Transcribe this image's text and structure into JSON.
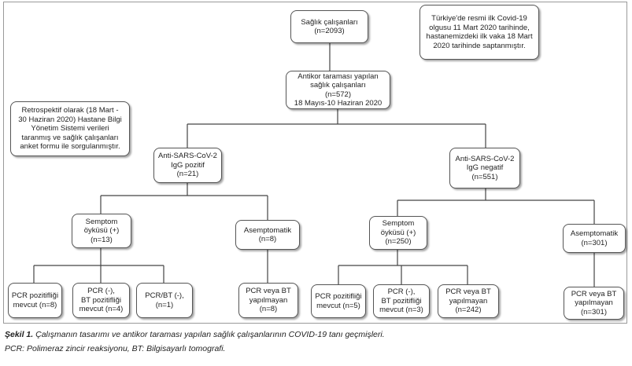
{
  "nodes": {
    "root": "Sağlık çalışanları\n(n=2093)",
    "note_top": "Türkiye'de resmi ilk Covid-19\nolgusu 11 Mart 2020 tarihinde,\nhastanemizdeki ilk vaka 18 Mart\n2020 tarihinde saptanmıştır.",
    "screened": "Antikor taraması yapılan\nsağlık çalışanları\n(n=572)\n18 Mayıs-10 Haziran 2020",
    "note_left": "Retrospektif olarak  (18 Mart -\n30 Haziran 2020) Hastane Bilgi\nYönetim Sistemi verileri\ntaranmış ve sağlık çalışanları\nanket formu ile sorgulanmıştır.",
    "igg_pos": "Anti-SARS-CoV-2\nIgG pozitif\n(n=21)",
    "igg_neg": "Anti-SARS-CoV-2\nIgG negatif\n(n=551)",
    "pos_symp": "Semptom\nöyküsü (+)\n(n=13)",
    "pos_asymp": "Asemptomatik\n(n=8)",
    "neg_symp": "Semptom\nöyküsü (+)\n(n=250)",
    "neg_asymp": "Asemptomatik\n(n=301)",
    "leaf1": "PCR pozitifliği\nmevcut (n=8)",
    "leaf2": "PCR (-),\nBT pozitifliği\nmevcut (n=4)",
    "leaf3": "PCR/BT (-),\n(n=1)",
    "leaf4": "PCR veya BT\nyapılmayan\n(n=8)",
    "leaf5": "PCR pozitifliği\nmevcut (n=5)",
    "leaf6": "PCR (-),\nBT pozitifliği\nmevcut (n=3)",
    "leaf7": "PCR veya BT\nyapılmayan\n(n=242)",
    "leaf8": "PCR veya BT\nyapılmayan\n(n=301)"
  },
  "caption": {
    "label": "Şekil 1.",
    "line1": " Çalışmanın tasarımı ve antikor taraması yapılan sağlık çalışanlarının COVID-19 tanı geçmişleri.",
    "line2": "PCR: Polimeraz zincir reaksiyonu, BT: Bilgisayarlı tomografi."
  }
}
